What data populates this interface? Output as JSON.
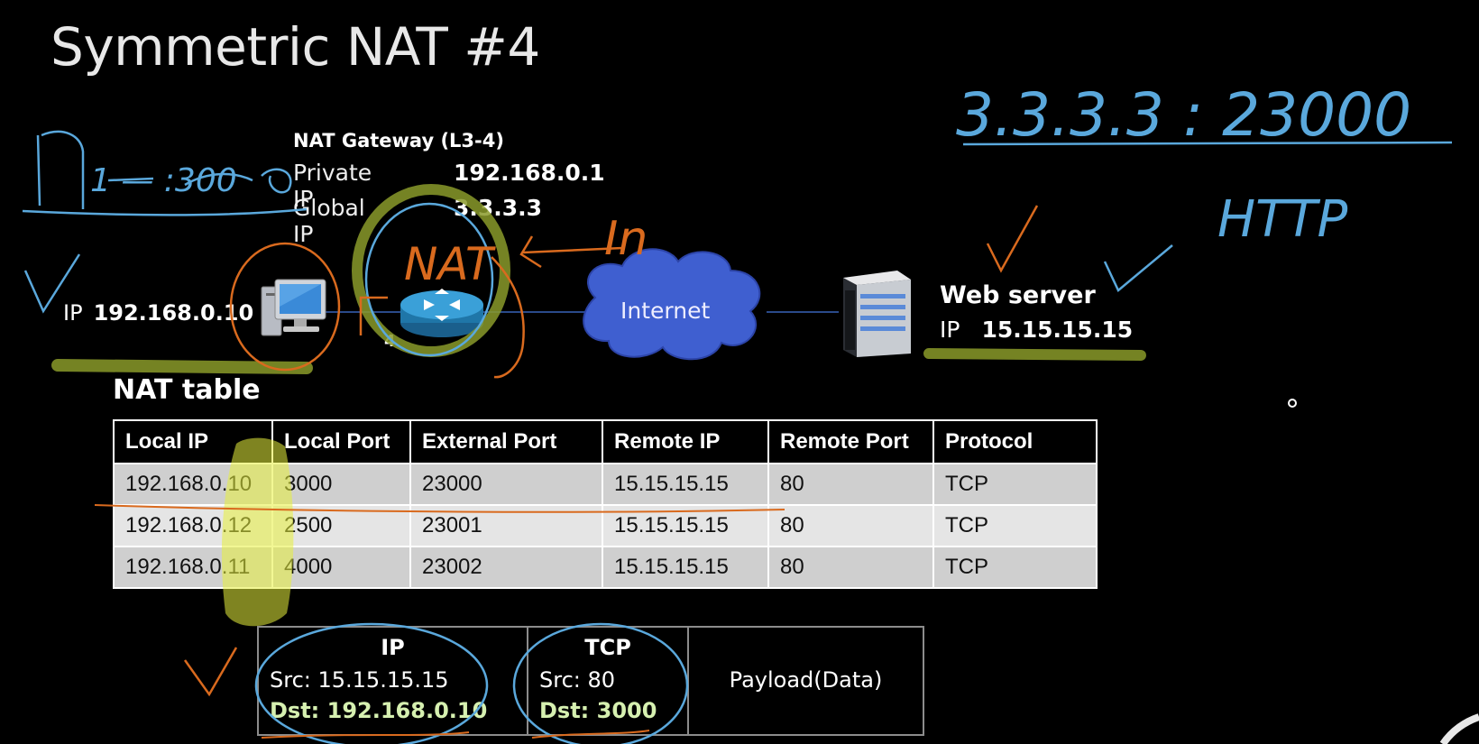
{
  "title": "Symmetric NAT #4",
  "gateway": {
    "title": "NAT Gateway (L3-4)",
    "private_label": "Private IP",
    "private_ip": "192.168.0.1",
    "global_label": "Global IP",
    "global_ip": "3.3.3.3",
    "router_port": "4"
  },
  "client": {
    "label": "IP",
    "ip": "192.168.0.10"
  },
  "cloud": {
    "label": "Internet"
  },
  "server": {
    "name": "Web server",
    "label": "IP",
    "ip": "15.15.15.15"
  },
  "nat_table": {
    "heading": "NAT table",
    "columns": [
      "Local IP",
      "Local Port",
      "External Port",
      "Remote IP",
      "Remote Port",
      "Protocol"
    ],
    "rows": [
      [
        "192.168.0.10",
        "3000",
        "23000",
        "15.15.15.15",
        "80",
        "TCP"
      ],
      [
        "192.168.0.12",
        "2500",
        "23001",
        "15.15.15.15",
        "80",
        "TCP"
      ],
      [
        "192.168.0.11",
        "4000",
        "23002",
        "15.15.15.15",
        "80",
        "TCP"
      ]
    ]
  },
  "packet": {
    "ip": {
      "header": "IP",
      "src": "Src: 15.15.15.15",
      "dst": "Dst: 192.168.0.10"
    },
    "tcp": {
      "header": "TCP",
      "src": "Src: 80",
      "dst": "Dst: 3000"
    },
    "payload": "Payload(Data)"
  },
  "annotations": {
    "top_left": "1 — :300",
    "top_right": "3.3.3.3 : 23000",
    "http": "HTTP",
    "nat": "NAT",
    "in": "In"
  },
  "colors": {
    "blue_ink": "#5aa8dc",
    "orange_ink": "#d96a1e",
    "yellow_highlight": "#e8f03c",
    "olive_highlight": "#8a9a2a",
    "cloud": "#3f5fd0"
  }
}
